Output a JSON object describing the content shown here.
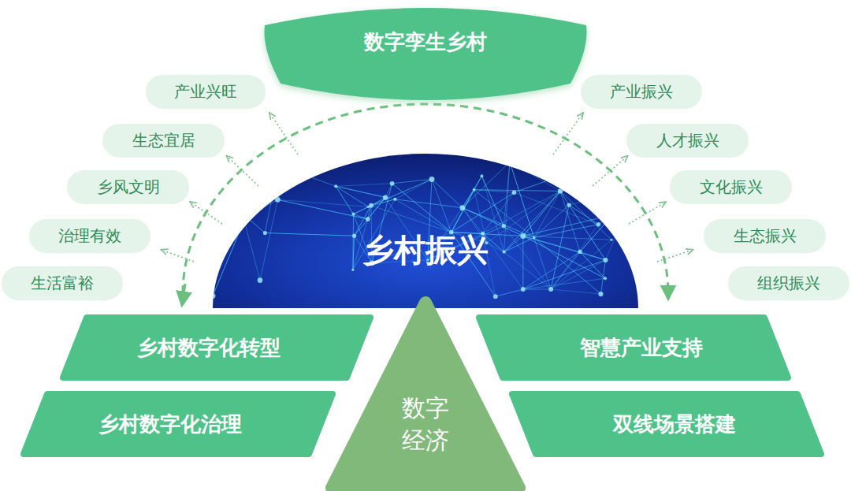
{
  "diagram": {
    "nodes": [
      {
        "text": [
          "数字孪生乡村"
        ]
      },
      {
        "text": [
          "产业兴旺"
        ]
      },
      {
        "text": [
          "生态宜居"
        ]
      },
      {
        "text": [
          "乡风文明"
        ]
      },
      {
        "text": [
          "治理有效"
        ]
      },
      {
        "text": [
          "生活富裕"
        ]
      },
      {
        "text": [
          "产业振兴"
        ]
      },
      {
        "text": [
          "人才振兴"
        ]
      },
      {
        "text": [
          "文化振兴"
        ]
      },
      {
        "text": [
          "生态振兴"
        ]
      },
      {
        "text": [
          "组织振兴"
        ]
      },
      {
        "text": [
          "乡村振兴"
        ]
      },
      {
        "text": [
          "乡村数字化转型"
        ]
      },
      {
        "text": [
          "乡村数字化治理"
        ]
      },
      {
        "text": [
          "智慧产业支持"
        ]
      },
      {
        "text": [
          "双线场景搭建"
        ]
      },
      {
        "text": [
          "数字 经济"
        ]
      }
    ]
  }
}
